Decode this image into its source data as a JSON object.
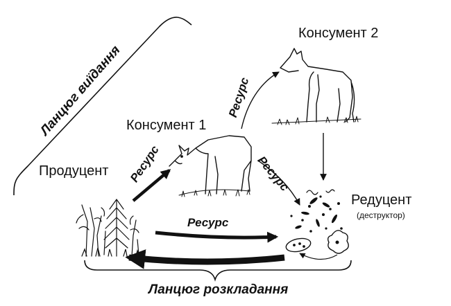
{
  "labels": {
    "consumer2": "Консумент 2",
    "consumer1": "Консумент 1",
    "producer": "Продуцент",
    "reducer": "Редуцент",
    "destructor": "(деструктор)",
    "resource": "Ресурс",
    "food_chain": "Ланцюг виїдання",
    "decomposition_chain": "Ланцюг розкладання"
  },
  "icons": {
    "consumer2": "wolf-icon",
    "consumer1": "deer-icon",
    "producer": "plants-icon",
    "reducer": "microorganisms-icon"
  },
  "colors": {
    "ink": "#111111",
    "background": "#ffffff"
  }
}
